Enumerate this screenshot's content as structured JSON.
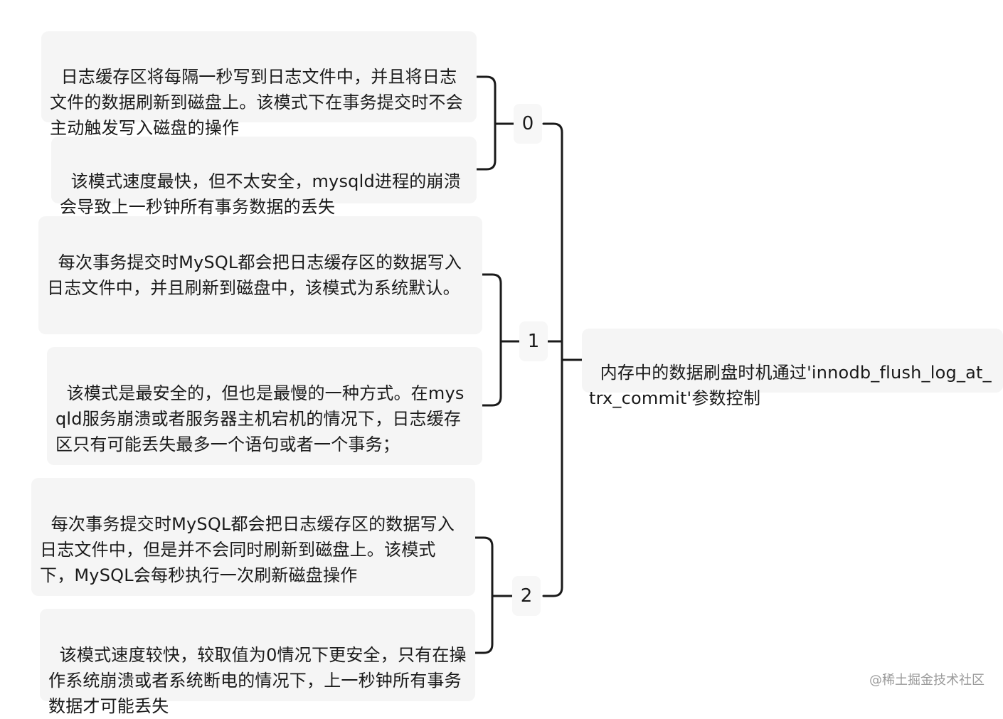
{
  "root": {
    "text": "内存中的数据刷盘时机通过'innodb_flush_log_at_trx_commit'参数控制"
  },
  "branches": [
    {
      "label": "0",
      "children": [
        "日志缓存区将每隔一秒写到日志文件中，并且将日志文件的数据刷新到磁盘上。该模式下在事务提交时不会主动触发写入磁盘的操作",
        "该模式速度最快，但不太安全，mysqld进程的崩溃会导致上一秒钟所有事务数据的丢失"
      ]
    },
    {
      "label": "1",
      "children": [
        "每次事务提交时MySQL都会把日志缓存区的数据写入日志文件中，并且刷新到磁盘中，该模式为系统默认。",
        "该模式是最安全的，但也是最慢的一种方式。在mysqld服务崩溃或者服务器主机宕机的情况下，日志缓存区只有可能丢失最多一个语句或者一个事务；"
      ]
    },
    {
      "label": "2",
      "children": [
        "每次事务提交时MySQL都会把日志缓存区的数据写入日志文件中，但是并不会同时刷新到磁盘上。该模式下，MySQL会每秒执行一次刷新磁盘操作",
        "该模式速度较快，较取值为0情况下更安全，只有在操作系统崩溃或者系统断电的情况下，上一秒钟所有事务数据才可能丢失"
      ]
    }
  ],
  "watermark": "@稀土掘金技术社区",
  "colors": {
    "node_bg": "#f5f5f5",
    "line": "#1a1a1a",
    "text": "#1a1a1a",
    "watermark": "#9a9a9a"
  }
}
